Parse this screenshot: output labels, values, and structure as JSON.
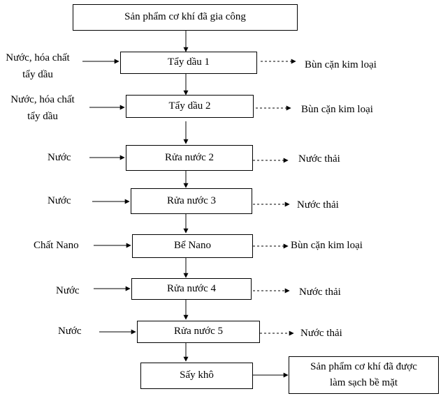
{
  "title_box": "Sản phẩm cơ khí đã gia công",
  "steps": [
    {
      "name": "Tẩy dầu 1",
      "input": [
        "Nước, hóa chất",
        "tẩy dầu"
      ],
      "output": "Bùn cặn kim loại"
    },
    {
      "name": "Tẩy dầu 2",
      "input": [
        "Nước, hóa chất",
        "tẩy dầu"
      ],
      "output": "Bùn cặn kim loại"
    },
    {
      "name": "Rửa nước 2",
      "input": [
        "Nước"
      ],
      "output": "Nước thải"
    },
    {
      "name": "Rửa nước 3",
      "input": [
        "Nước"
      ],
      "output": "Nước thải"
    },
    {
      "name": "Bể Nano",
      "input": [
        "Chất Nano"
      ],
      "output": "Bùn cặn kim loại"
    },
    {
      "name": "Rửa nước 4",
      "input": [
        "Nước"
      ],
      "output": "Nước thải"
    },
    {
      "name": "Rửa nước 5",
      "input": [
        "Nước"
      ],
      "output": "Nước thải"
    }
  ],
  "final_step": "Sấy khô",
  "final_output": [
    "Sản phẩm cơ khí đã được",
    "làm sạch bề mặt"
  ],
  "colors": {
    "line": "#000000",
    "background": "#ffffff"
  }
}
